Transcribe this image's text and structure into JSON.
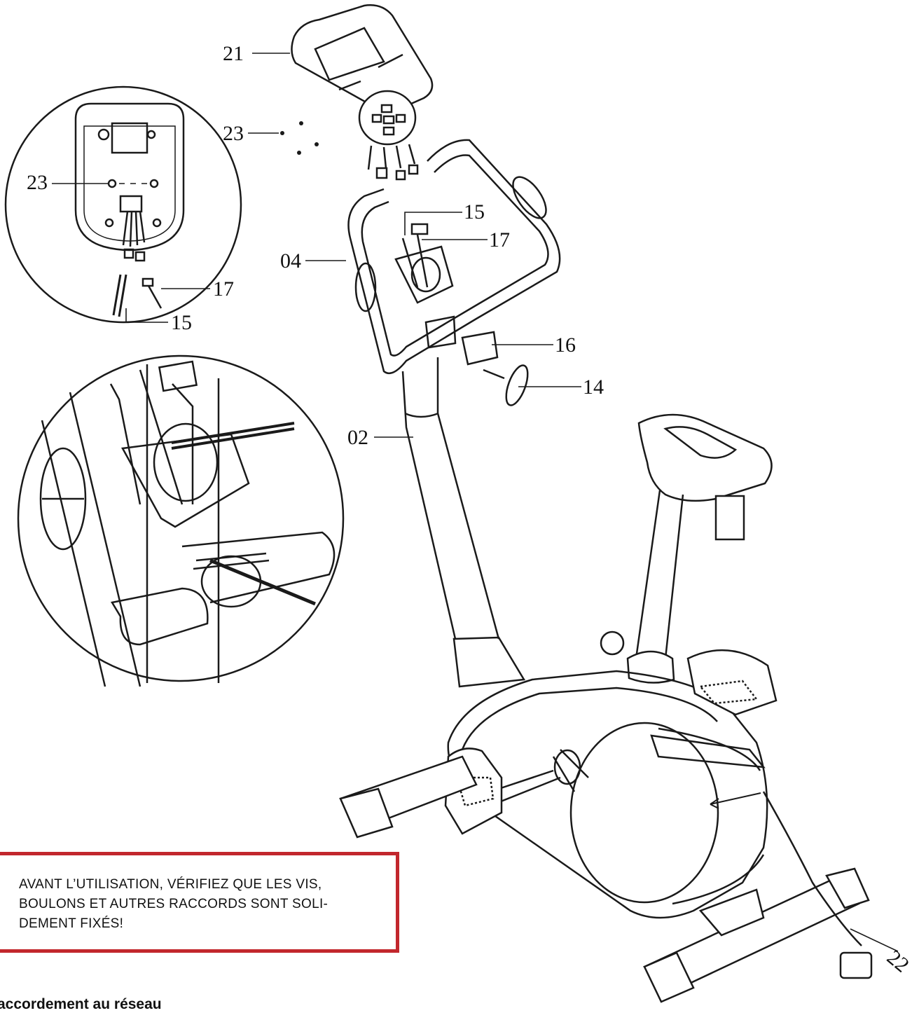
{
  "labels": {
    "l21": "21",
    "l23a": "23",
    "l23b": "23",
    "l15a": "15",
    "l17a": "17",
    "l04": "04",
    "l17b": "17",
    "l15b": "15",
    "l16": "16",
    "l14": "14",
    "l02": "02",
    "l22": "22"
  },
  "warning": {
    "line1": "AVANT L’UTILISATION, VÉRIFIEZ QUE LES VIS,",
    "line2": "BOULONS ET AUTRES RACCORDS SONT SOLI-",
    "line3": "DEMENT FIXÉS!"
  },
  "section": {
    "heading": "accordement au réseau"
  },
  "colors": {
    "warning_border": "#c2272d",
    "line_art": "#1a1a1a"
  }
}
